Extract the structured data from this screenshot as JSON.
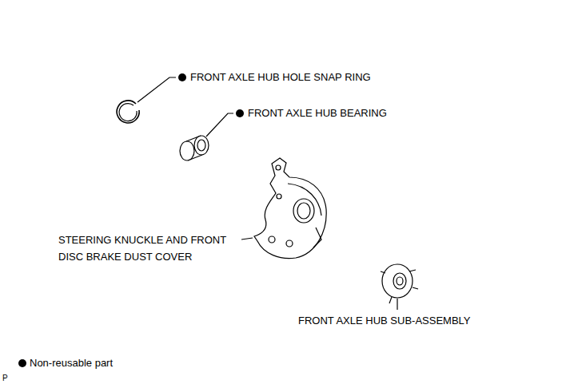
{
  "diagram": {
    "labels": [
      "FRONT AXLE HUB HOLE SNAP RING",
      "FRONT AXLE HUB BEARING",
      "STEERING KNUCKLE AND FRONT DISC BRAKE DUST COVER",
      "FRONT AXLE HUB SUB-ASSEMBLY",
      "P"
    ],
    "legend": [
      {
        "text": "Non-reusable part"
      }
    ]
  }
}
